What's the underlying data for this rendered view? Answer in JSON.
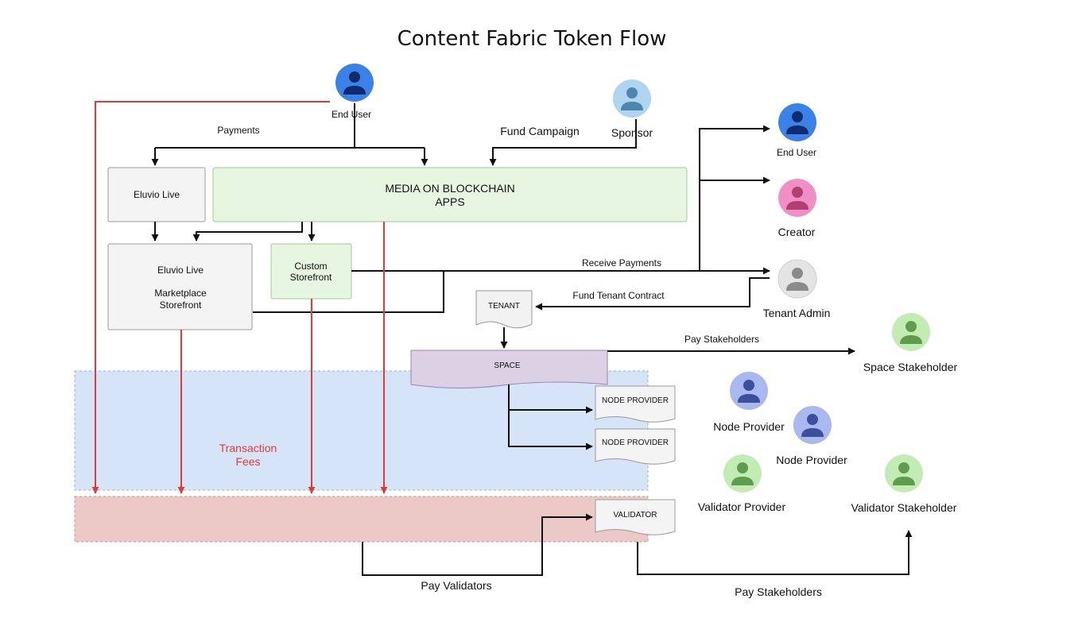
{
  "title": "Content Fabric Token Flow",
  "boxes": {
    "eluvio_live": "Eluvio Live",
    "mob_apps_line1": "MEDIA ON BLOCKCHAIN",
    "mob_apps_line2": "APPS",
    "marketplace_line1": "Eluvio Live",
    "marketplace_line2": "Marketplace",
    "marketplace_line3": "Storefront",
    "custom_storefront_line1": "Custom",
    "custom_storefront_line2": "Storefront",
    "tenant": "TENANT",
    "space": "SPACE",
    "node_provider_doc_1": "NODE PROVIDER",
    "node_provider_doc_2": "NODE PROVIDER",
    "validator": "VALIDATOR"
  },
  "zones": {
    "transaction_fees_line1": "Transaction",
    "transaction_fees_line2": "Fees"
  },
  "actors": {
    "end_user_top": "End User",
    "sponsor": "Sponsor",
    "end_user_right": "End User",
    "creator": "Creator",
    "tenant_admin": "Tenant Admin",
    "space_stakeholder": "Space Stakeholder",
    "node_provider_1": "Node Provider",
    "node_provider_2": "Node Provider",
    "validator_provider": "Validator Provider",
    "validator_stakeholder": "Validator Stakeholder"
  },
  "edges": {
    "payments": "Payments",
    "fund_campaign": "Fund Campaign",
    "receive_payments": "Receive Payments",
    "fund_tenant_contract": "Fund Tenant Contract",
    "pay_stakeholders_top": "Pay Stakeholders",
    "pay_validators": "Pay Validators",
    "pay_stakeholders_bottom": "Pay Stakeholders"
  },
  "colors": {
    "blue_avatar": "#3b82e8",
    "light_blue_avatar": "#aed4f2",
    "pink_avatar": "#f08fc6",
    "gray_avatar": "#e4e4e4",
    "green_avatar": "#c3ecb5",
    "periwinkle_avatar": "#a9b8ef",
    "fee_arrow_red": "#e53935",
    "blue_zone": "#d6e4f7",
    "red_zone": "#ecc9c6",
    "apps_box_green": "#e6f6e1",
    "space_purple": "#dcd0e4"
  }
}
